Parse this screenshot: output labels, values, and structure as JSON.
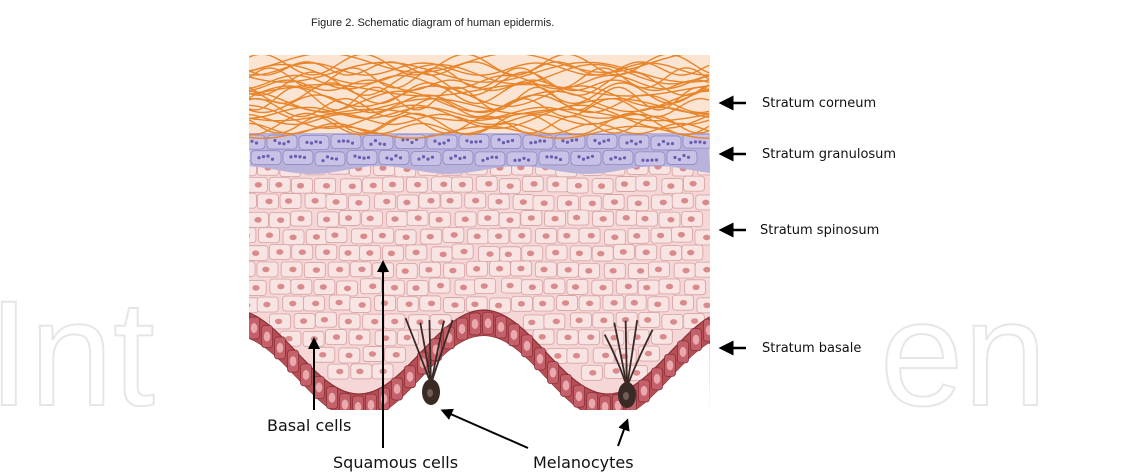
{
  "caption": "Figure 2. Schematic diagram of human epidermis.",
  "watermark": {
    "left_text": "Int",
    "right_text": "en"
  },
  "layers": [
    {
      "id": "corneum",
      "label": "Stratum corneum",
      "color": "#e8842a"
    },
    {
      "id": "granulosum",
      "label": "Stratum granulosum",
      "color": "#b9b3dc"
    },
    {
      "id": "spinosum",
      "label": "Stratum spinosum",
      "color": "#f3c9c9"
    },
    {
      "id": "basale",
      "label": "Stratum basale",
      "color": "#b64f55"
    }
  ],
  "cell_labels": {
    "basal": "Basal cells",
    "squamous": "Squamous cells",
    "melanocytes": "Melanocytes"
  },
  "colors": {
    "arrow": "#000000",
    "spinosum_nucleus": "#d98a8a",
    "granulosum_nucleus": "#6a5cb0",
    "basal_cell": "#c4606a",
    "melanocyte": "#3a2a26"
  }
}
